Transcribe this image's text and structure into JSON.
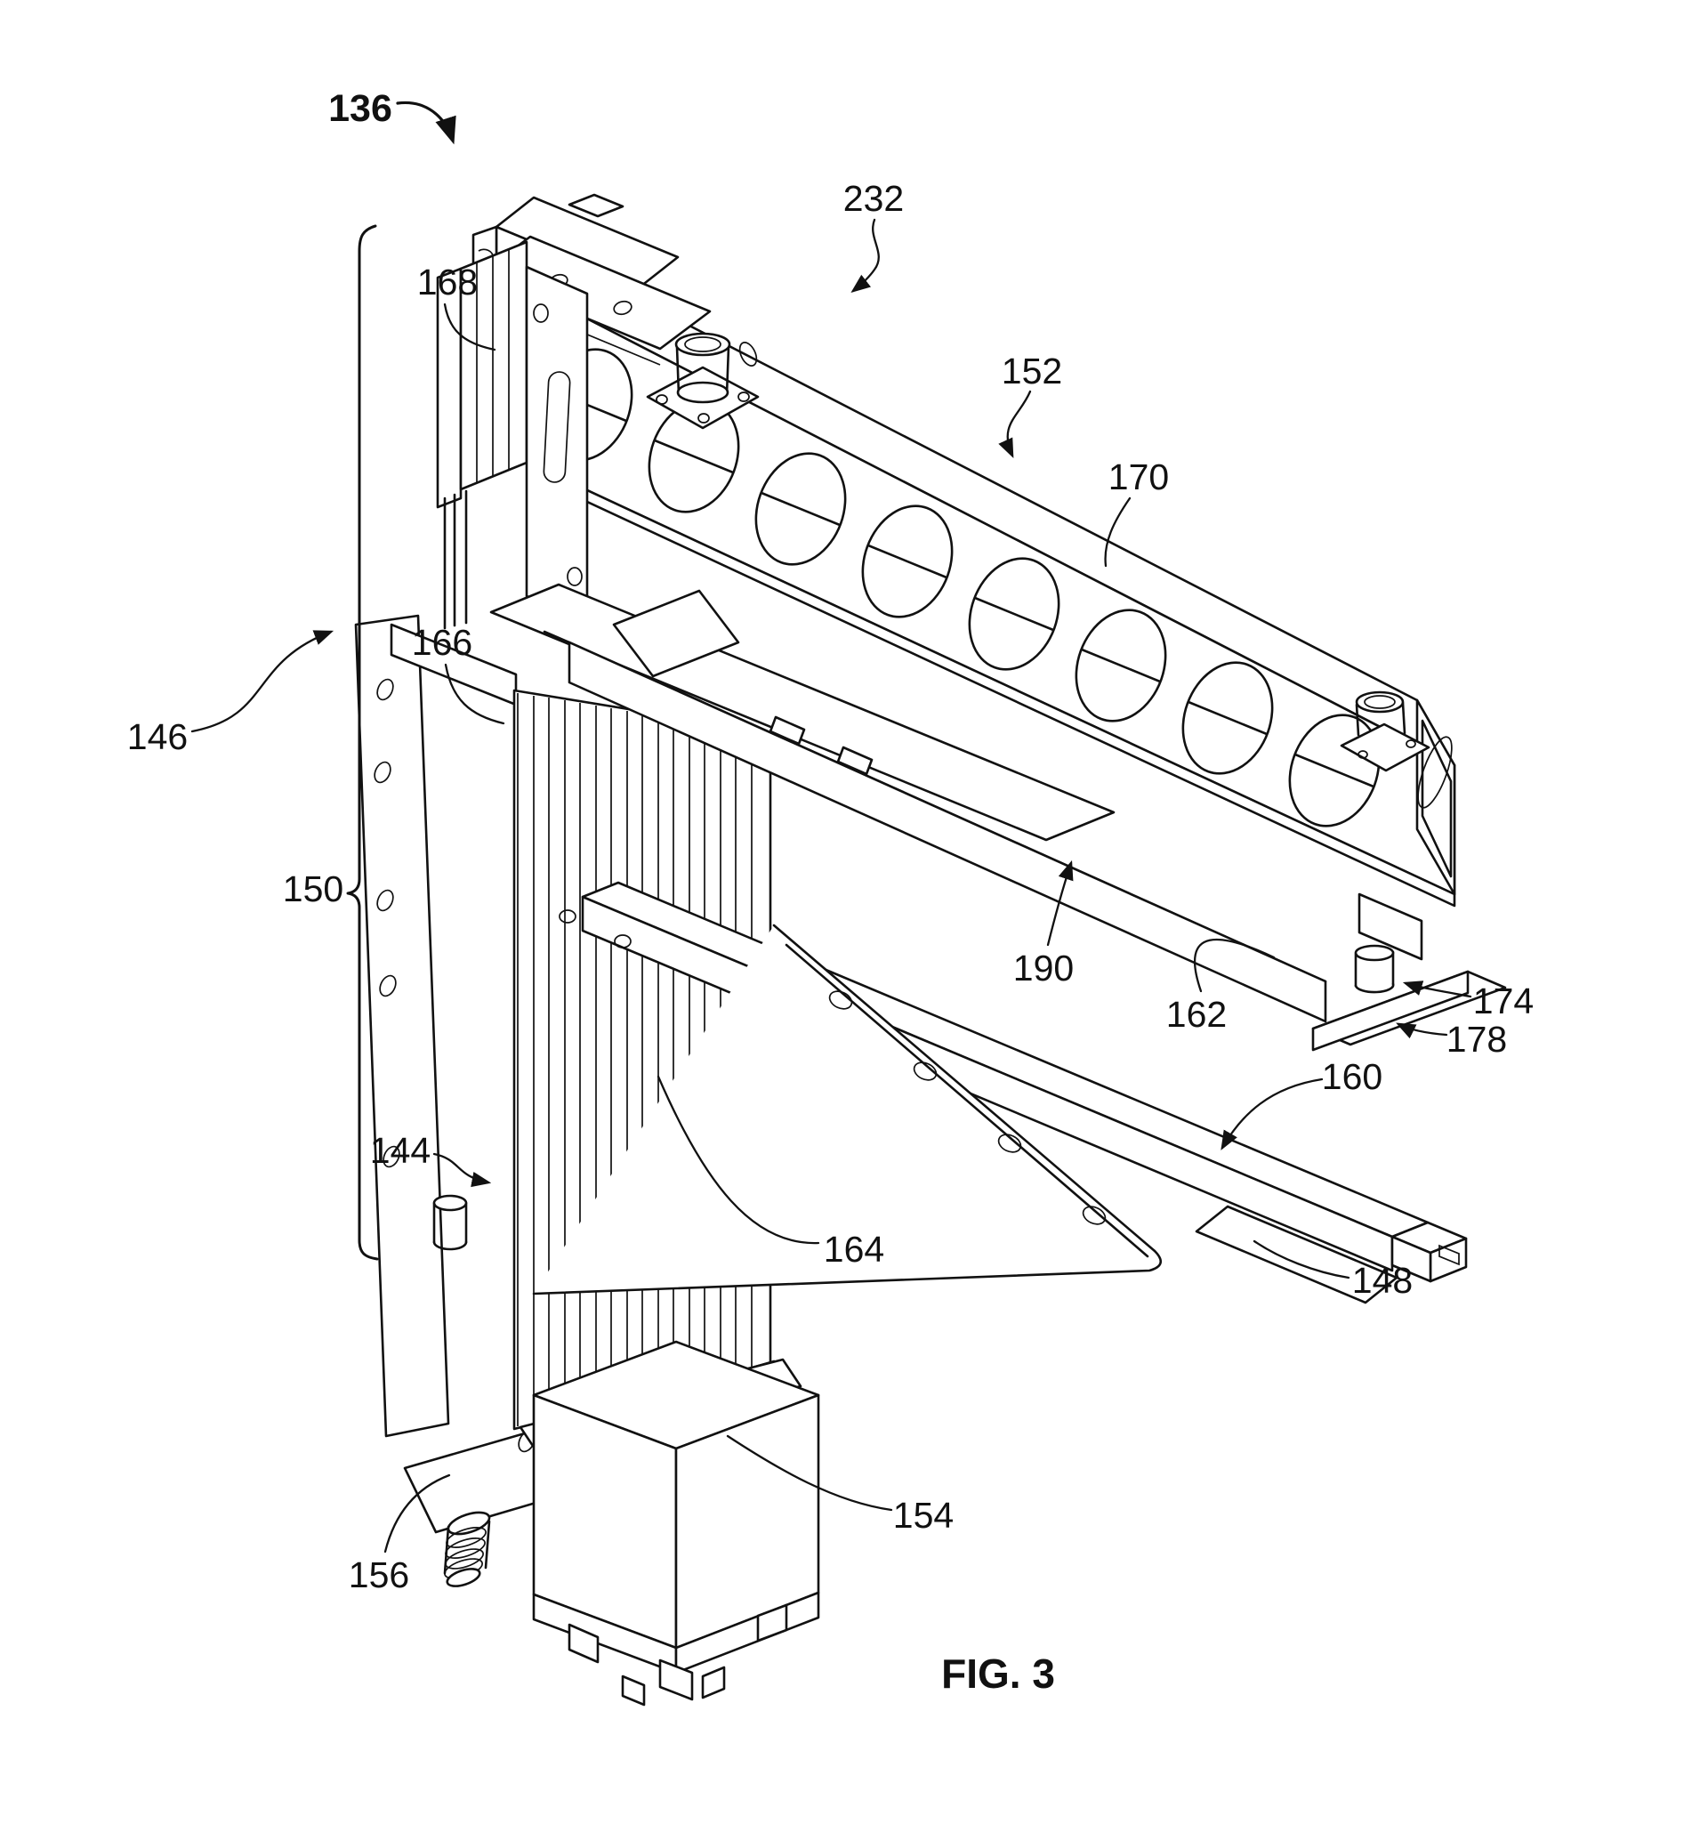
{
  "figure": {
    "caption": "FIG. 3",
    "type": "patent-line-drawing",
    "colors": {
      "ink": "#111111",
      "background": "#ffffff"
    },
    "labels": {
      "n136": "136",
      "n144": "144",
      "n146": "146",
      "n148": "148",
      "n150": "150",
      "n152": "152",
      "n154": "154",
      "n156": "156",
      "n160": "160",
      "n162": "162",
      "n164": "164",
      "n166": "166",
      "n168": "168",
      "n170": "170",
      "n174": "174",
      "n178": "178",
      "n190": "190",
      "n232": "232"
    }
  }
}
